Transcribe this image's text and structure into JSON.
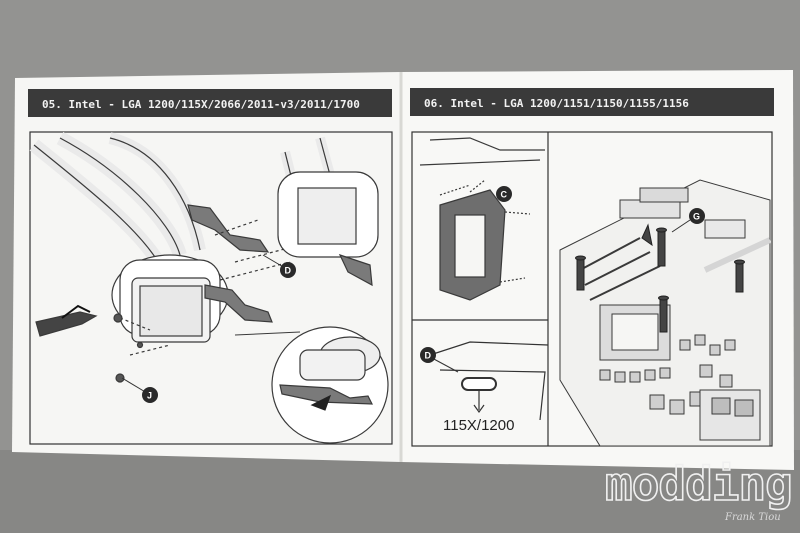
{
  "left_page": {
    "header": "05. Intel - LGA 1200/115X/2066/2011-v3/2011/1700",
    "callouts": [
      "D",
      "J"
    ]
  },
  "right_page": {
    "header": "06. Intel - LGA 1200/1151/1150/1155/1156",
    "callouts": [
      "C",
      "D",
      "G"
    ],
    "slot_caption": "115X/1200"
  },
  "watermark": {
    "text": "modding.fr",
    "signature": "Frank Tiou"
  },
  "colors": {
    "background": "#8e8e8c",
    "paper": "#f7f7f5",
    "header_bar": "#3a3a3a",
    "ink": "#333333",
    "watermark": "#e6e6e6"
  }
}
